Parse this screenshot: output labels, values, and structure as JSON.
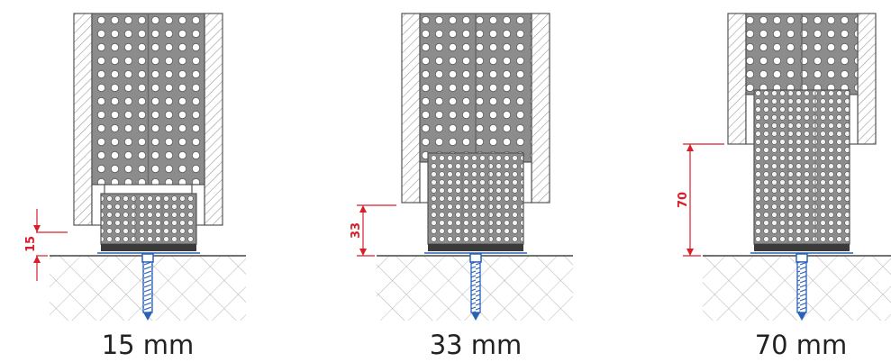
{
  "panels": [
    {
      "caption": "15 mm",
      "dimension": "15"
    },
    {
      "caption": "33 mm",
      "dimension": "33"
    },
    {
      "caption": "70 mm",
      "dimension": "70"
    }
  ],
  "colors": {
    "dimension": "#d81e2a",
    "screw": "#2a62b8",
    "pellets": "#8c8c8c",
    "outline": "#555555",
    "pad": "#3a3a3a"
  }
}
